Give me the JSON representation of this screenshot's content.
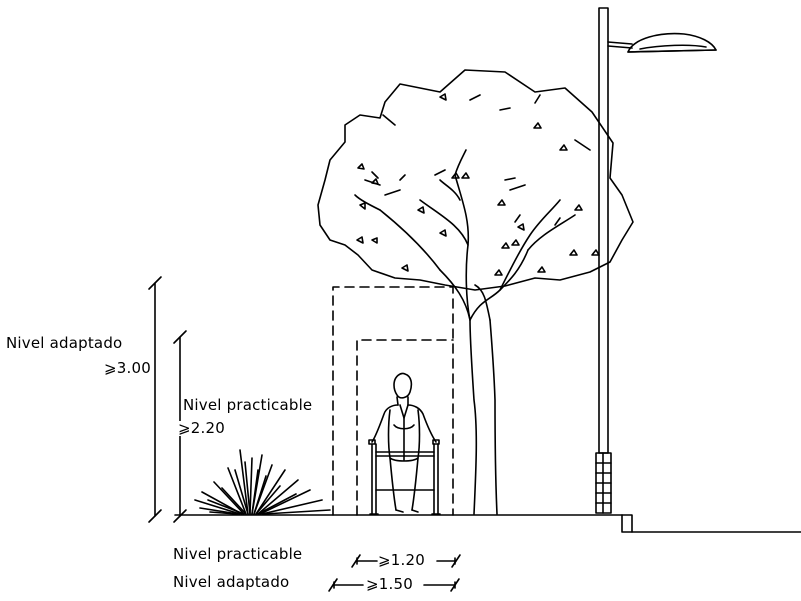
{
  "labels": {
    "adapted_level_title": "Nivel adaptado",
    "adapted_height": "⩾3.00",
    "practicable_level_title": "Nivel practicable",
    "practicable_height": "⩾2.20",
    "bottom_practicable_title": "Nivel practicable",
    "bottom_practicable_width": "⩾1.20",
    "bottom_adapted_title": "Nivel adaptado",
    "bottom_adapted_width": "⩾1.50"
  },
  "colors": {
    "line": "#000000",
    "background": "#ffffff"
  },
  "icons": [
    "tree",
    "street-lamp",
    "plant",
    "person-with-walker"
  ]
}
